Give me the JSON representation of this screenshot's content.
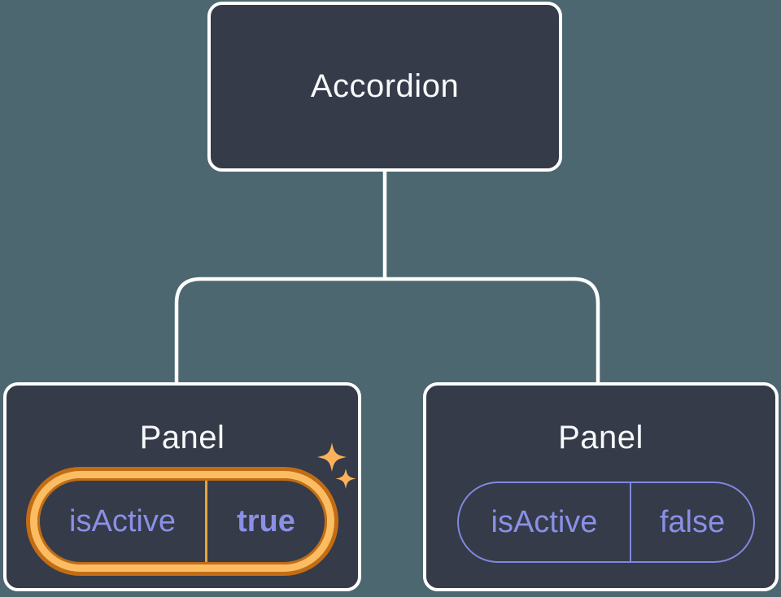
{
  "diagram": {
    "description": "React component tree: Accordion parent with two Panel children showing isActive state",
    "tree": {
      "root": {
        "label": "Accordion"
      },
      "children": [
        {
          "label": "Panel",
          "state": {
            "key": "isActive",
            "value": "true"
          },
          "highlighted": true,
          "icon": "sparkles-icon"
        },
        {
          "label": "Panel",
          "state": {
            "key": "isActive",
            "value": "false"
          },
          "highlighted": false
        }
      ]
    },
    "colors": {
      "background": "#4D6770",
      "node_fill": "#353B48",
      "node_border": "#FFFFFF",
      "connector": "#FFFFFF",
      "state_purple": "#8A90E6",
      "highlight_ring_outer": "#C26D15",
      "highlight_ring_inner": "#FCBC62",
      "highlight_divider": "#E8A33C",
      "sparkle": "#FBB25B"
    }
  }
}
